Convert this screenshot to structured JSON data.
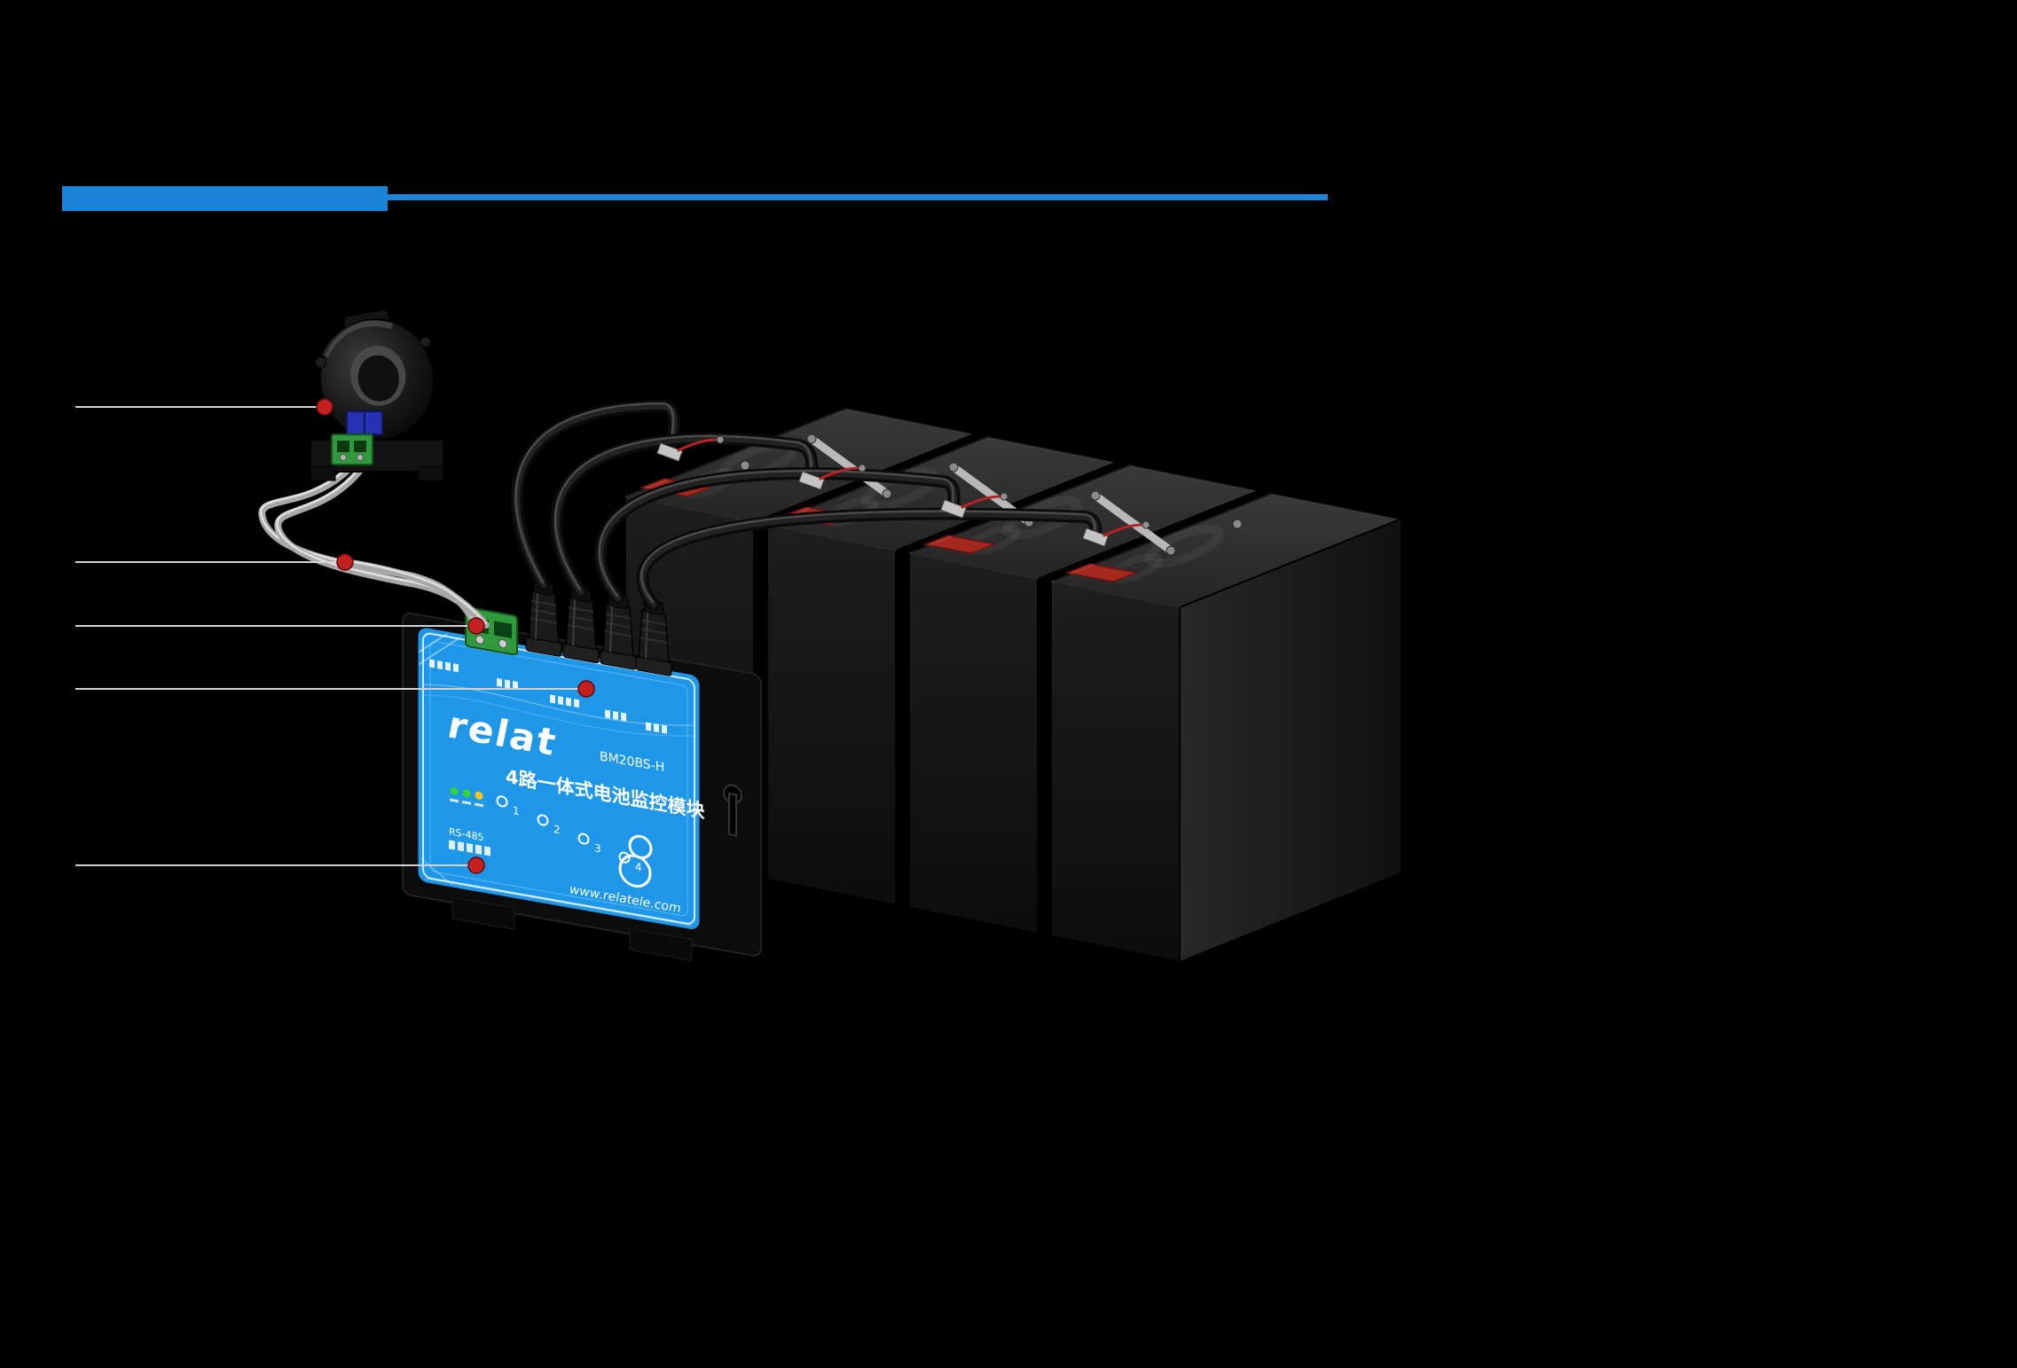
{
  "page": {
    "background_color": "#000000"
  },
  "accent": {
    "color": "#1a85d6"
  },
  "module": {
    "brand": "relat",
    "model": "BM20BS-H",
    "product_name": "4路一体式电池监控模块",
    "website": "www.relatele.com",
    "port_label": "RS-485",
    "face_color": "#1f97e8",
    "channels": [
      "1",
      "2",
      "3",
      "4"
    ]
  },
  "scene": {
    "battery_count": 4,
    "battery_top_color": "#343434",
    "battery_front_color": "#161616",
    "cable_color": "#0b0b0b",
    "sensor_cable_color": "#a8a8a8",
    "connector_color": "#2f9a3c"
  },
  "callouts": {
    "marker_color": "#c42020",
    "line_color": "#d2d2d2",
    "items": [
      {
        "id": "marker-1",
        "points_to": "current-transformer"
      },
      {
        "id": "marker-2",
        "points_to": "sensor-cable"
      },
      {
        "id": "marker-3",
        "points_to": "module-input-terminal"
      },
      {
        "id": "marker-4",
        "points_to": "battery-cable-connectors"
      },
      {
        "id": "marker-5",
        "points_to": "module-bottom-port"
      }
    ]
  }
}
